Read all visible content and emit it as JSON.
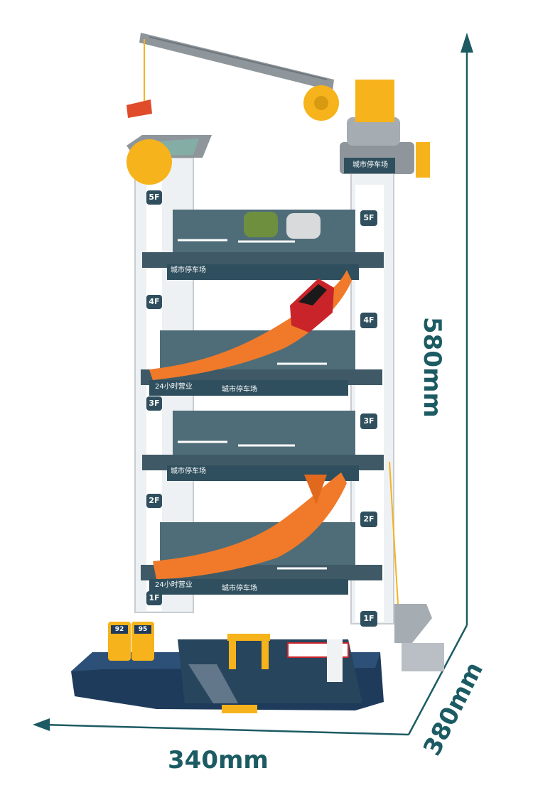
{
  "dimensions": {
    "height": "580mm",
    "width": "340mm",
    "depth": "380mm"
  },
  "floors": [
    "5F",
    "4F",
    "3F",
    "2F",
    "1F"
  ],
  "signs": {
    "parking_name": "城市停车场",
    "hours": "24小时营业"
  },
  "fuel_pumps": [
    "92",
    "95"
  ],
  "colors": {
    "dimension_lines": "#1c5b63",
    "structure_white": "#f4f6f8",
    "floor_slate": "#3f5a66",
    "ramp_orange": "#f07a2a",
    "crane_yellow": "#f6b31b",
    "crane_gray": "#8f969b",
    "base_navy": "#1f3b5c"
  }
}
